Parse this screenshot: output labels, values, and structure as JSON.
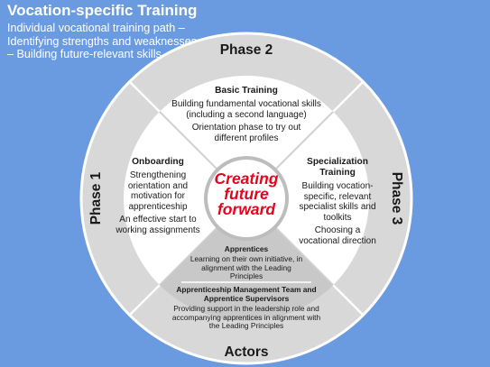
{
  "header": {
    "title": "Vocation-specific Training",
    "subtitle": "Individual vocational training path – Identifying strengths and weaknesses – Building future-relevant skills."
  },
  "phases": {
    "top": "Phase 2",
    "left": "Phase 1",
    "right": "Phase 3",
    "bottom": "Actors"
  },
  "segments": {
    "basic": {
      "title": "Basic Training",
      "lines": [
        "Building fundamental vocational skills (including a second language)",
        "Orientation phase to try out different profiles"
      ]
    },
    "onboarding": {
      "title": "Onboarding",
      "lines": [
        "Strengthening orientation and motivation for apprenticeship",
        "An effective start to working assignments"
      ]
    },
    "specialization": {
      "title": "Specialization Training",
      "lines": [
        "Building vocation-specific, relevant specialist skills and toolkits",
        "Choosing a vocational direction"
      ]
    }
  },
  "actors": {
    "apprentices_title": "Apprentices",
    "apprentices_text": "Learning on their own initiative, in alignment with the Leading Principles",
    "management_title": "Apprenticeship Management Team and Apprentice Supervisors",
    "management_text": "Providing support in the leadership role and accompanying apprentices in alignment with the Leading Principles"
  },
  "center": {
    "text": "Creating future forward"
  },
  "colors": {
    "background": "#6a9be0",
    "ring": "#d8d8d8",
    "segments": "#ffffff",
    "actors": "#c8c8c8",
    "center_text": "#e2061f"
  }
}
